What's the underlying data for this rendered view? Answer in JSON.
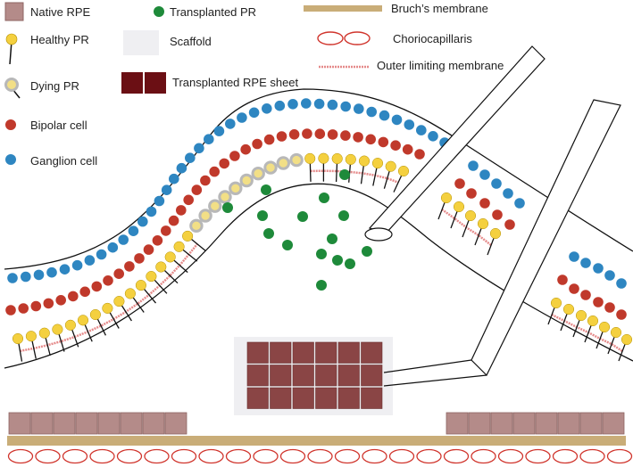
{
  "legend": {
    "native_rpe": "Native RPE",
    "healthy_pr": "Healthy PR",
    "dying_pr": "Dying PR",
    "bipolar_cell": "Bipolar cell",
    "ganglion_cell": "Ganglion cell",
    "transplanted_pr": "Transplanted PR",
    "scaffold": "Scaffold",
    "transplanted_rpe_sheet": "Transplanted RPE sheet",
    "bruchs_membrane": "Bruch’s membrane",
    "choriocapillaris": "Choriocapillaris",
    "outer_limiting_membrane": "Outer limiting membrane"
  },
  "colors": {
    "native_rpe": "#b48b89",
    "native_rpe_stroke": "#8e6563",
    "healthy_pr": "#f4d03f",
    "dying_pr_center": "#f2df86",
    "dying_pr_ring": "#b8b8b8",
    "bipolar_cell": "#c0392b",
    "ganglion_cell": "#2e86c1",
    "transplanted_pr": "#1e8a3a",
    "scaffold": "#efeff2",
    "transplanted_rpe_sheet": "#6b0f14",
    "rpe_sheet_tile": "#8a4545",
    "bruchs_membrane": "#c9ad78",
    "choriocapillaris": "#d0342c",
    "outer_limiting_membrane": "#e58a8a",
    "outline": "#111111"
  }
}
